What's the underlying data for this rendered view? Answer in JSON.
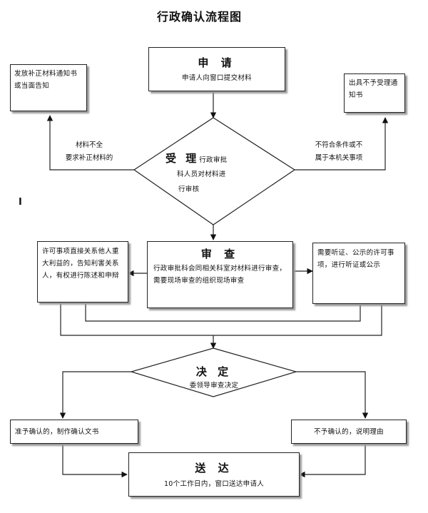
{
  "title": "行政确认流程图",
  "apply": {
    "heading": "申 请",
    "text": "申请人向窗口提交材料"
  },
  "supplement_box": {
    "text": "发放补正材料通知书或当面告知"
  },
  "reject_box": {
    "text": "出具不予受理通知书"
  },
  "accept": {
    "heading": "受 理",
    "text_line1": "行政审批",
    "text_line2": "科人员对材料进",
    "text_line3": "行审核"
  },
  "label_incomplete": {
    "line1": "材料不全",
    "line2": "要求补正材料的"
  },
  "label_notqualified": {
    "line1": "不符合条件或不",
    "line2": "属于本机关事项"
  },
  "review": {
    "heading": "审 查",
    "text": "行政审批科会同相关科室对材料进行审查，需要现场审查的组织现场审查"
  },
  "interest_box": {
    "text": "许可事项直接关系他人重大利益的，告知利害关系人，有权进行陈述和申辩"
  },
  "hearing_box": {
    "text": "需要听证、公示的许可事项，进行听证或公示"
  },
  "decision": {
    "heading": "决 定",
    "text": "委领导审查决定"
  },
  "approve_box": {
    "text": "准予确认的，制作确认文书"
  },
  "deny_box": {
    "text": "不予确认的，说明理由"
  },
  "deliver": {
    "heading": "送 达",
    "text": "10个工作日内，窗口送达申请人"
  },
  "margin_mark": "I"
}
